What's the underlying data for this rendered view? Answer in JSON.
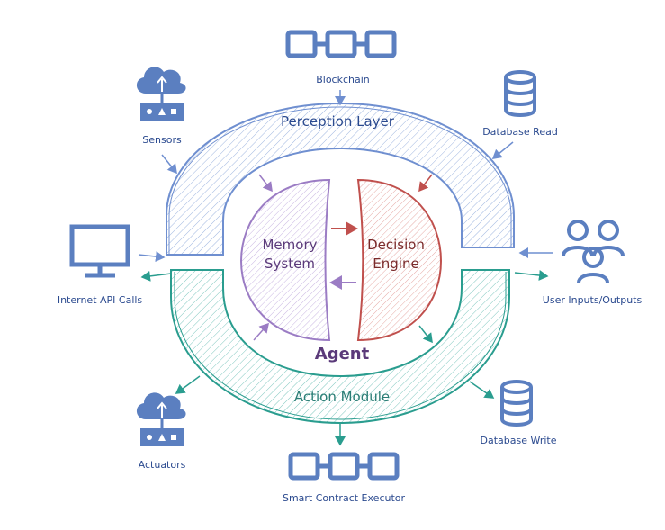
{
  "labels": {
    "blockchain": "Blockchain",
    "sensors": "Sensors",
    "database_read": "Database Read",
    "internet_api_calls": "Internet API Calls",
    "user_inputs_outputs": "User Inputs/Outputs",
    "actuators": "Actuators",
    "database_write": "Database Write",
    "smart_contract_executor": "Smart Contract Executor",
    "perception_layer": "Perception Layer",
    "action_module": "Action Module",
    "memory_system_line1": "Memory",
    "memory_system_line2": "System",
    "decision_engine_line1": "Decision",
    "decision_engine_line2": "Engine",
    "agent": "Agent"
  },
  "colors": {
    "perception": "#6f8fd0",
    "action": "#2a9d8f",
    "memory": "#9b7cc4",
    "decision": "#c0504d",
    "icon": "#5b7fc0",
    "text": "#2b4a8f",
    "agent_text": "#5b3a7a"
  },
  "icons": {
    "blockchain": "chain-links-icon",
    "sensors": "cloud-upload-icon",
    "database_read": "database-icon",
    "internet_api_calls": "monitor-icon",
    "user_inputs_outputs": "users-group-icon",
    "actuators": "cloud-upload-icon",
    "database_write": "database-icon",
    "smart_contract_executor": "chain-links-icon"
  }
}
